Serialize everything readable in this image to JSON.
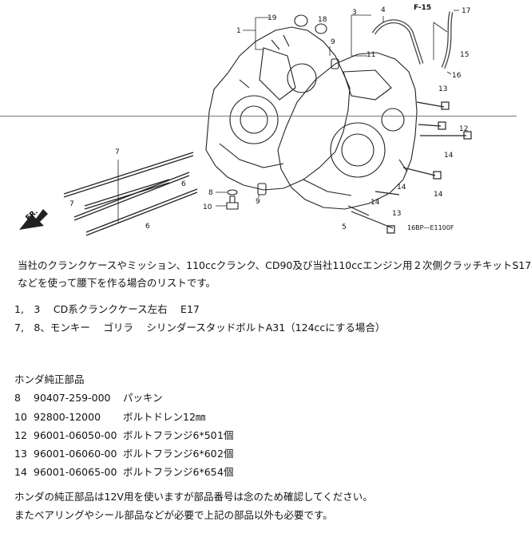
{
  "diagram": {
    "labels": {
      "c1": "1",
      "c3": "3",
      "c4": "4",
      "c5": "5",
      "c6a": "6",
      "c6b": "6",
      "c7a": "7",
      "c7b": "7",
      "c8": "8",
      "c9a": "9",
      "c9b": "9",
      "c10": "10",
      "c11": "11",
      "c12": "12",
      "c13a": "13",
      "c13b": "13",
      "c14a": "14",
      "c14b": "14",
      "c14c": "14",
      "c14d": "14",
      "c15": "15",
      "c16": "16",
      "c17": "17",
      "c18": "18",
      "c19": "19"
    },
    "ref": "F-15",
    "fr": "FR.",
    "code": "16BP—E1100F"
  },
  "intro": {
    "line1": "当社のクランクケースやミッション、110ccクランク、CD90及び当社110ccエンジン用２次側クラッチキットS17",
    "line2": "などを使って腰下を作る場合のリストです。"
  },
  "items": {
    "row1": "1,　3　 CD系クランクケース左右　 E17",
    "row2": "7,　8、モンキー　 ゴリラ　 シリンダースタッドボルトA31（124ccにする場合）"
  },
  "honda": {
    "heading": "ホンダ純正部品",
    "parts": [
      {
        "no": "8",
        "part": "90407-259-000",
        "name": "パッキン",
        "qty": ""
      },
      {
        "no": "10",
        "part": "92800-12000",
        "name": "ボルトドレン12㎜",
        "qty": ""
      },
      {
        "no": "12",
        "part": "96001-06050-00",
        "name": "ボルトフランジ6*50",
        "qty": "1個"
      },
      {
        "no": "13",
        "part": "96001-06060-00",
        "name": "ボルトフランジ6*60",
        "qty": "2個"
      },
      {
        "no": "14",
        "part": "96001-06065-00",
        "name": "ボルトフランジ6*65",
        "qty": "4個"
      }
    ]
  },
  "notes": {
    "line1": "ホンダの純正部品は12V用を使いますが部品番号は念のため確認してください。",
    "line2": "またベアリングやシール部品などが必要で上記の部品以外も必要です。"
  }
}
